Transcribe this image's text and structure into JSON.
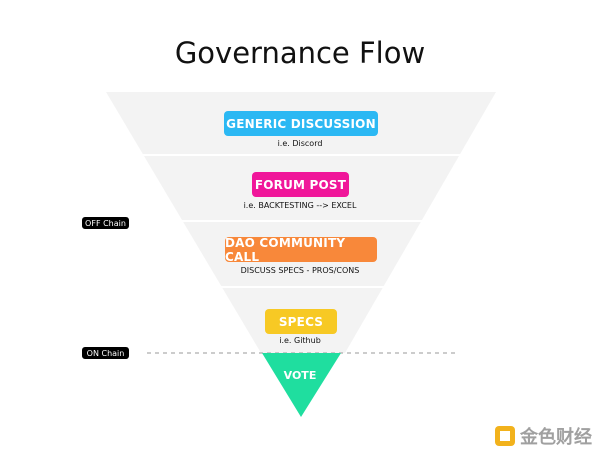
{
  "title": "Governance Flow",
  "stages": [
    {
      "label": "GENERIC DISCUSSION",
      "note": "i.e. Discord",
      "color": "#2bb8f3"
    },
    {
      "label": "FORUM POST",
      "note": "i.e. BACKTESTING --> EXCEL",
      "color": "#f0169a"
    },
    {
      "label": "DAO COMMUNITY CALL",
      "note": "DISCUSS SPECS - PROS/CONS",
      "color": "#f8883a"
    },
    {
      "label": "SPECS",
      "note": "i.e. Github",
      "color": "#f7c924"
    }
  ],
  "vote": {
    "label": "VOTE",
    "color": "#1fde9f"
  },
  "markers": {
    "off_chain": "OFF Chain",
    "on_chain": "ON Chain"
  },
  "watermark": {
    "text": "金色财经",
    "color": "#f2b21c"
  }
}
